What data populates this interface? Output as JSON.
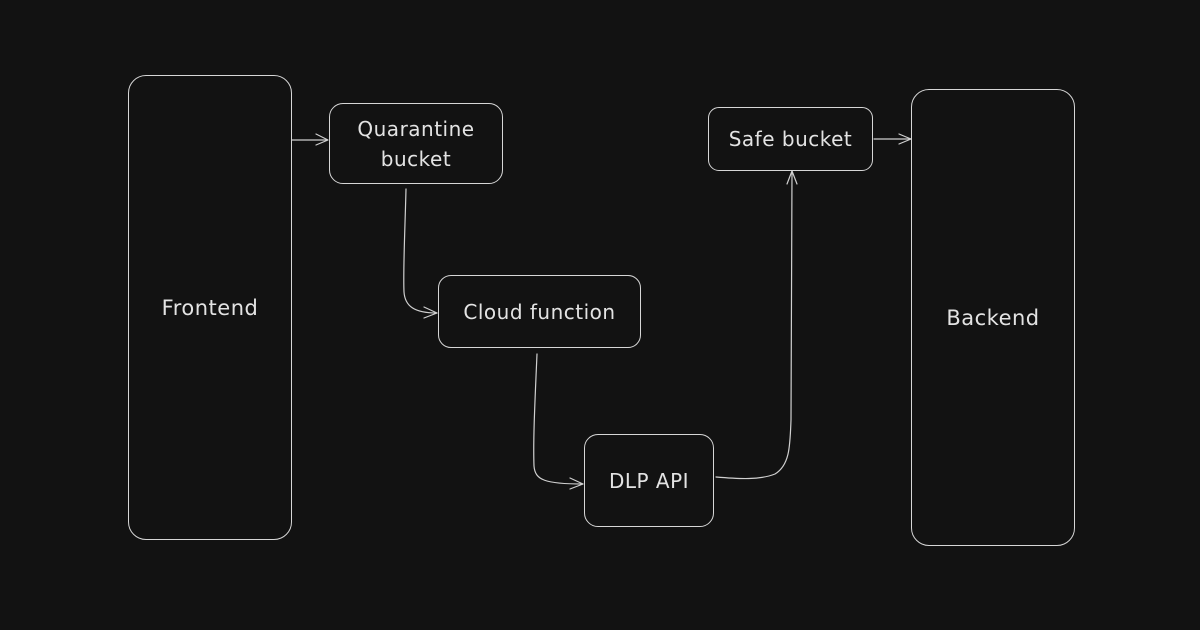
{
  "diagram": {
    "title": "",
    "theme": {
      "background": "#121212",
      "stroke": "#d6d6d6",
      "text": "#e3e3e3"
    },
    "nodes": [
      {
        "id": "frontend",
        "label": "Frontend"
      },
      {
        "id": "quarantine",
        "label": "Quarantine\nbucket"
      },
      {
        "id": "cloud",
        "label": "Cloud function"
      },
      {
        "id": "dlp",
        "label": "DLP API"
      },
      {
        "id": "safe",
        "label": "Safe bucket"
      },
      {
        "id": "backend",
        "label": "Backend"
      }
    ],
    "edges": [
      {
        "from": "frontend",
        "to": "quarantine"
      },
      {
        "from": "quarantine",
        "to": "cloud"
      },
      {
        "from": "cloud",
        "to": "dlp"
      },
      {
        "from": "dlp",
        "to": "safe"
      },
      {
        "from": "safe",
        "to": "backend"
      }
    ]
  }
}
